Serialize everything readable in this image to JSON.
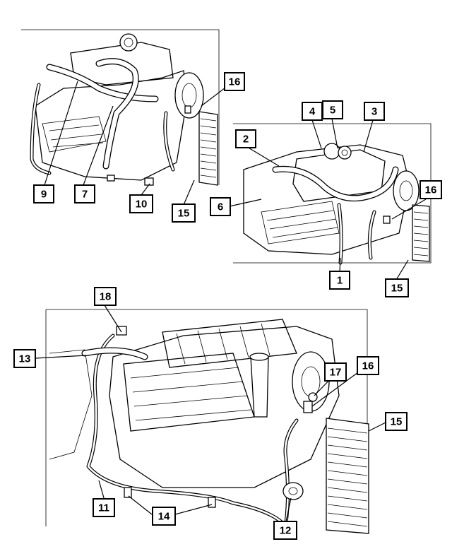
{
  "colors": {
    "ink": "#000000",
    "paper": "#ffffff"
  },
  "callouts": {
    "c1": "1",
    "c2": "2",
    "c3": "3",
    "c4": "4",
    "c5": "5",
    "c6": "6",
    "c7": "7",
    "c9": "9",
    "c10": "10",
    "c11": "11",
    "c12": "12",
    "c13": "13",
    "c14": "14",
    "c15a": "15",
    "c15b": "15",
    "c15c": "15",
    "c16a": "16",
    "c16b": "16",
    "c16c": "16",
    "c17": "17",
    "c18": "18"
  }
}
